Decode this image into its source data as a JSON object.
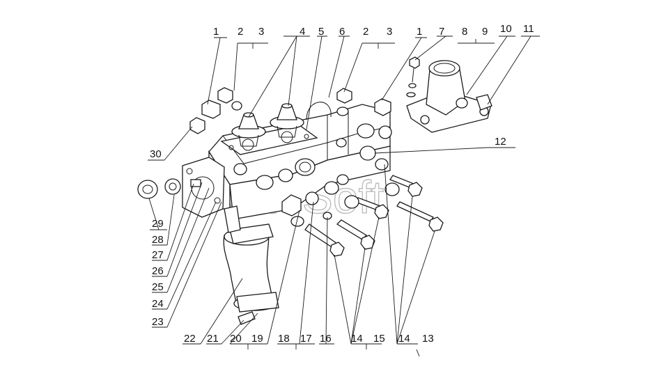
{
  "watermark": "AutoSoft",
  "callouts": {
    "n1a": "1",
    "n2a": "2",
    "n3a": "3",
    "n4": "4",
    "n5": "5",
    "n6": "6",
    "n2b": "2",
    "n3b": "3",
    "n1b": "1",
    "n7": "7",
    "n8": "8",
    "n9": "9",
    "n10": "10",
    "n11": "11",
    "n12": "12",
    "n30": "30",
    "n29": "29",
    "n28": "28",
    "n27": "27",
    "n26": "26",
    "n25": "25",
    "n24": "24",
    "n23": "23",
    "n22": "22",
    "n21": "21",
    "n20": "20",
    "n19": "19",
    "n18": "18",
    "n17": "17",
    "n16": "16",
    "n14a": "14",
    "n15": "15",
    "n14b": "14",
    "n13": "13"
  }
}
